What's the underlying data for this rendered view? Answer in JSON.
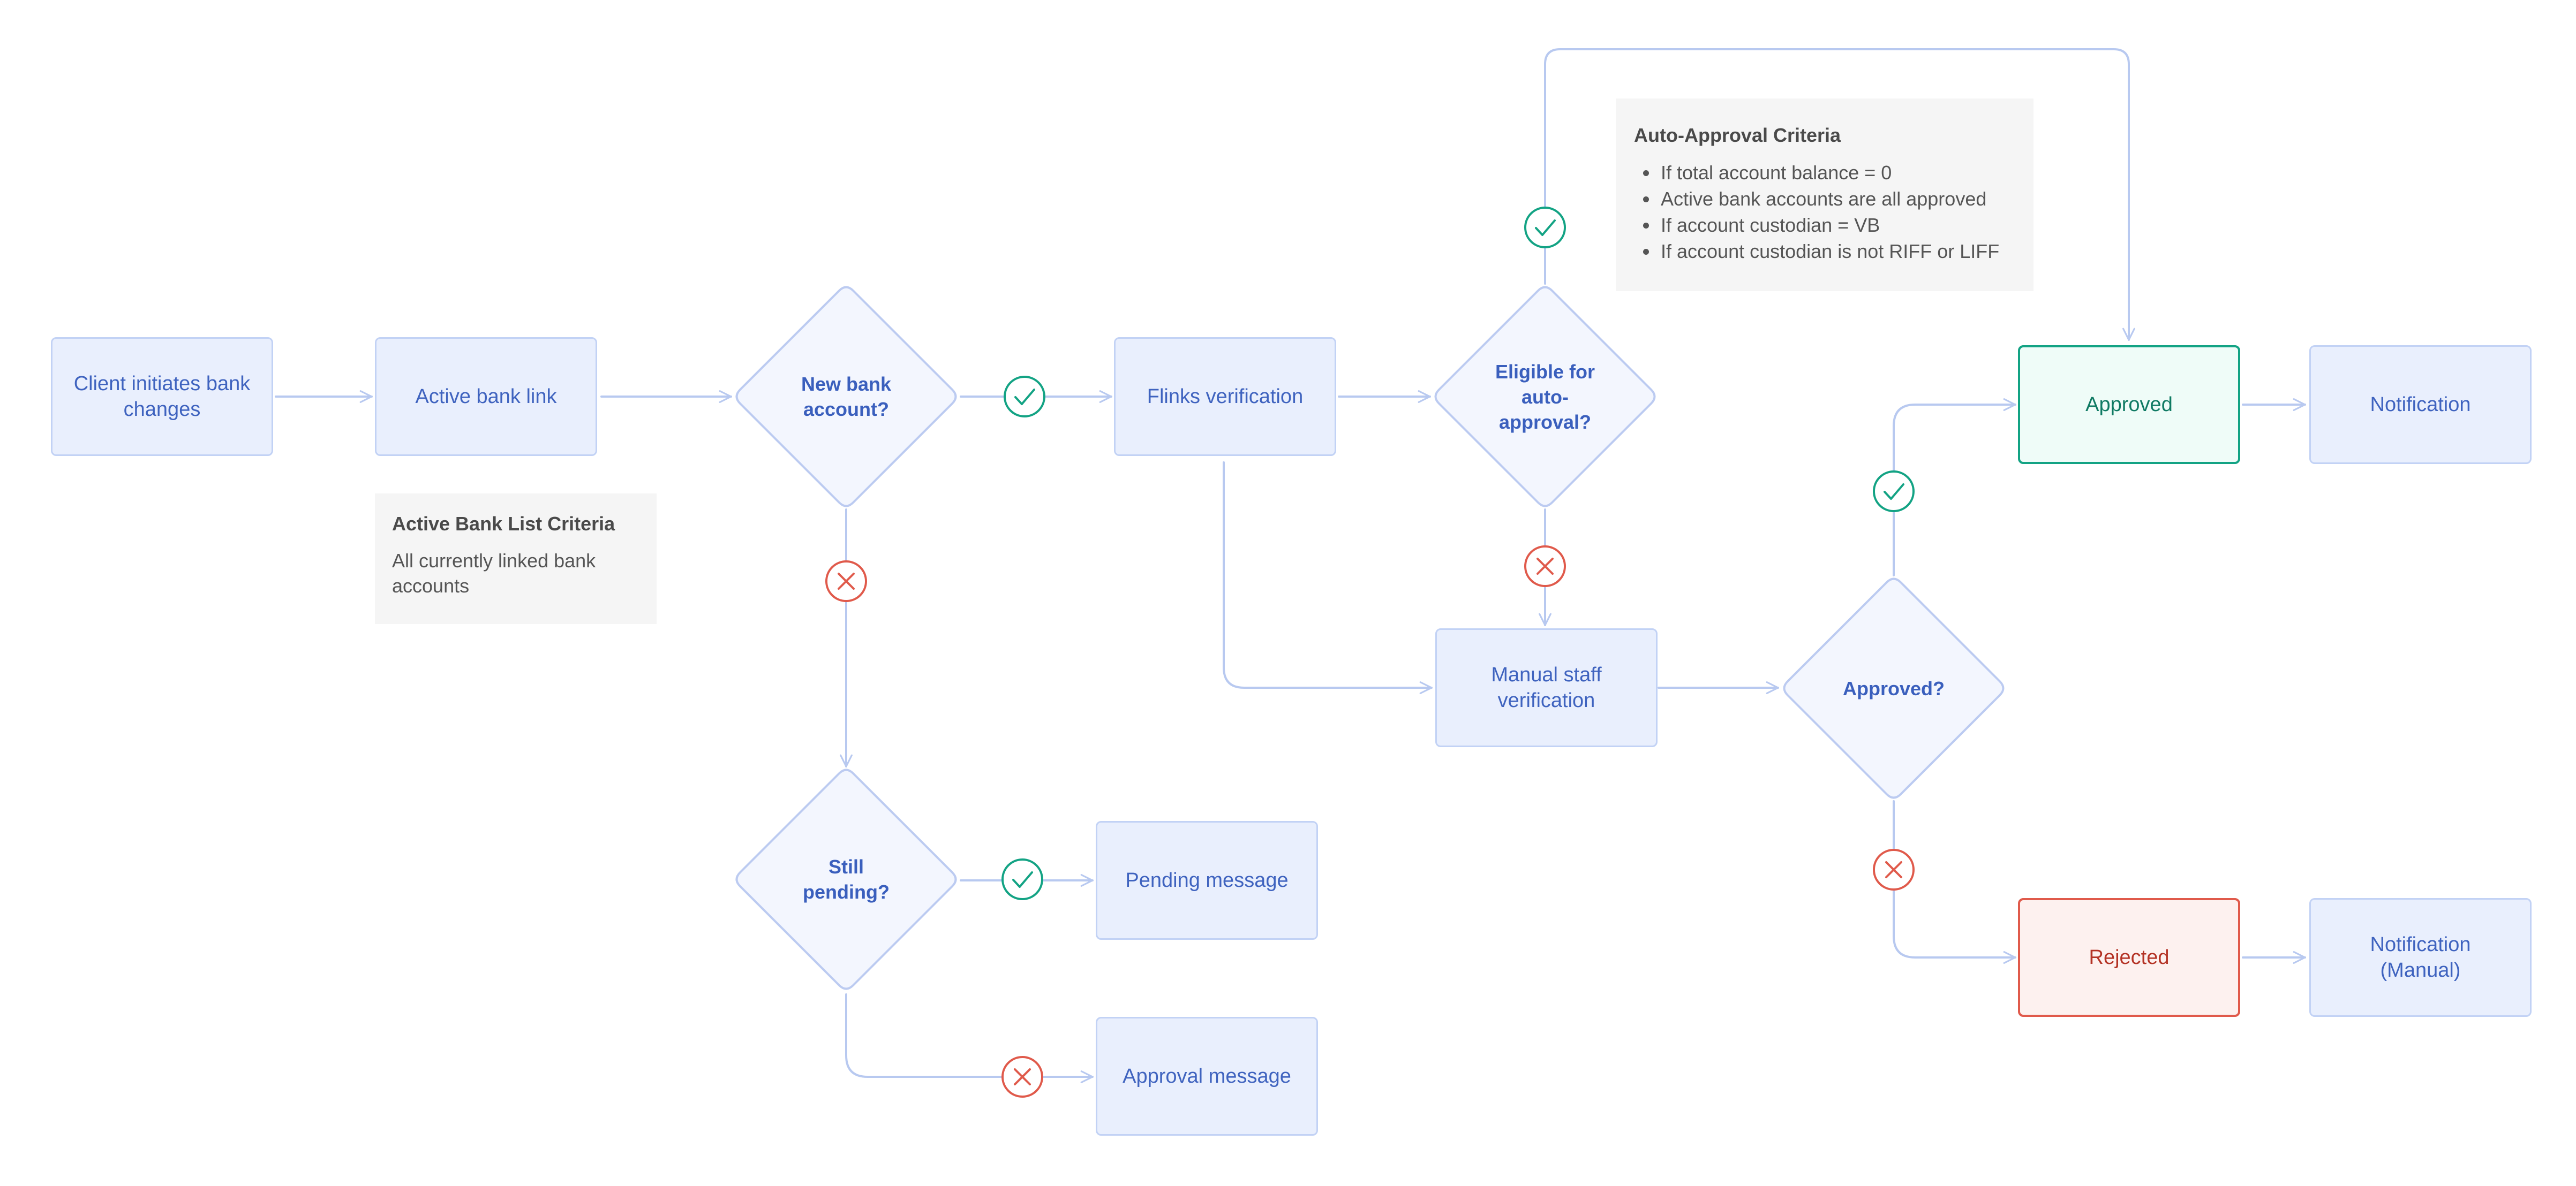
{
  "diagram": {
    "nodes": {
      "client_initiates": "Client initiates bank changes",
      "active_bank_link": "Active bank link",
      "new_bank_account": "New bank account?",
      "flinks_verification": "Flinks verification",
      "eligible_auto_approval": "Eligible for auto-approval?",
      "manual_staff_verification": "Manual staff verification",
      "approved_decision": "Approved?",
      "approved": "Approved",
      "notification": "Notification",
      "rejected": "Rejected",
      "notification_manual": "Notification (Manual)",
      "still_pending": "Still pending?",
      "pending_message": "Pending message",
      "approval_message": "Approval message"
    },
    "notes": {
      "active_bank_list": {
        "title": "Active Bank List Criteria",
        "body": "All currently linked bank accounts"
      },
      "auto_approval": {
        "title": "Auto-Approval Criteria",
        "items": [
          "If total account balance = 0",
          "Active bank accounts are all approved",
          "If account custodian = VB",
          "If account custodian is not RIFF or LIFF"
        ]
      }
    },
    "colors": {
      "process_fill": "#e9effd",
      "process_border": "#c2d2f5",
      "process_text": "#3f63bf",
      "connector": "#b8c9f0",
      "yes_green": "#13a384",
      "no_red": "#e05a4b",
      "approved_fill": "#effcf8",
      "rejected_fill": "#fdf1ef",
      "note_fill": "#f5f5f5"
    }
  }
}
